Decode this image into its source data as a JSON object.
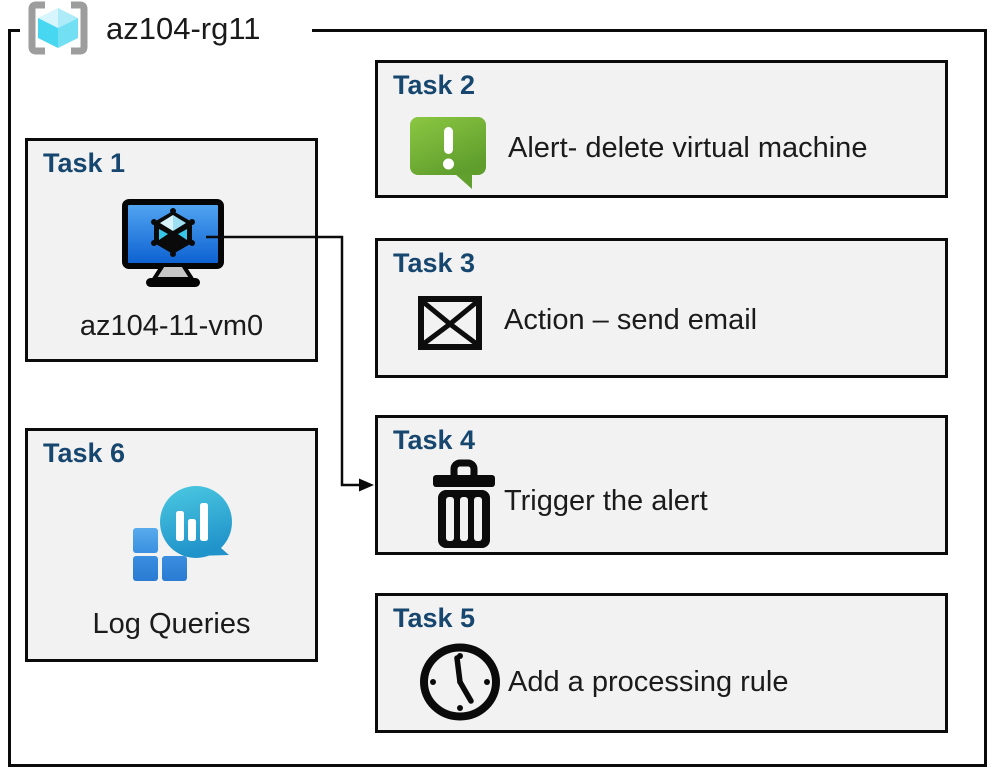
{
  "diagram": {
    "resource_group": {
      "label": "az104-rg11",
      "icon": "resource-group-icon"
    },
    "tasks": [
      {
        "heading": "Task 1",
        "label": "az104-11-vm0",
        "icon": "virtual-machine-icon"
      },
      {
        "heading": "Task 2",
        "label": "Alert- delete virtual machine",
        "icon": "alert-icon"
      },
      {
        "heading": "Task 3",
        "label": "Action – send email",
        "icon": "email-icon"
      },
      {
        "heading": "Task 4",
        "label": "Trigger the alert",
        "icon": "trash-icon"
      },
      {
        "heading": "Task 5",
        "label": "Add a processing rule",
        "icon": "clock-icon"
      },
      {
        "heading": "Task 6",
        "label": "Log Queries",
        "icon": "log-queries-icon"
      }
    ],
    "connector": {
      "from": "Task 1",
      "to": "Task 4"
    },
    "colors": {
      "heading_navy": "#17476E",
      "box_fill": "#F2F2F2",
      "box_border": "#0B0B0B",
      "alert_green_top": "#8CC742",
      "alert_green_bottom": "#5F9E2D",
      "vm_screen_top": "#54A7F2",
      "vm_screen_bottom": "#0B5FD0",
      "log_bubble_top": "#4CC9E1",
      "log_bubble_bottom": "#2093CA",
      "log_square_blue": "#2F86DC",
      "rg_cube_cyan": "#41D4EF",
      "rg_bracket_gray": "#9D9D9D"
    }
  }
}
